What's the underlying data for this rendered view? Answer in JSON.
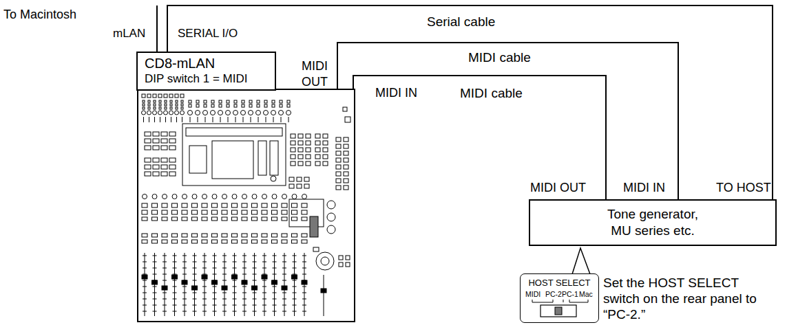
{
  "diagram": {
    "nodes": [
      {
        "text": [
          "CD8-mLAN",
          "DIP switch 1 = MIDI"
        ]
      },
      {
        "text": [
          "Tone generator, MU series etc."
        ]
      },
      {
        "text": [
          "HOST SELECT",
          "MIDI",
          "PC-2",
          "PC-1",
          "Mac"
        ]
      }
    ],
    "edges": [
      {
        "from": 0,
        "to": 1,
        "arrow": "none",
        "label": "Serial cable"
      }
    ],
    "labels": [
      "To Macintosh",
      "mLAN",
      "SERIAL I/O",
      "MIDI OUT",
      "MIDI cable",
      "MIDI IN",
      "MIDI cable",
      "MIDI OUT",
      "MIDI IN",
      "TO HOST",
      "Set the HOST SELECT switch on the rear panel to “PC-2.”"
    ]
  }
}
